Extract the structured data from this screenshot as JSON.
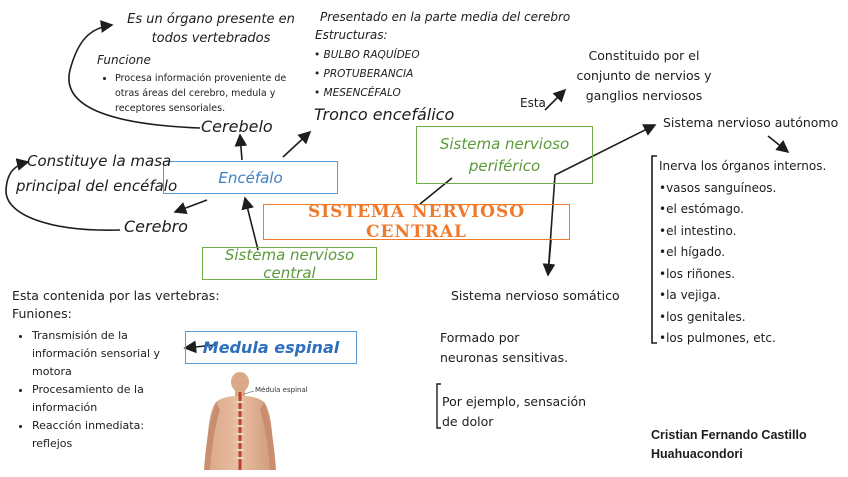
{
  "center": "SISTEMA NERVIOSO CENTRAL",
  "encefalo": "Encéfalo",
  "snc_box": "Sistema nervioso central",
  "snp_box": {
    "line1": "Sistema nervioso",
    "line2": "periférico"
  },
  "medula_box": "Medula espinal",
  "cerebelo": {
    "label": "Cerebelo",
    "intro": "Es un órgano presente en todos vertebrados",
    "heading": "Funcione",
    "bullet": "Procesa información proveniente de otras áreas del cerebro, medula y receptores sensoriales."
  },
  "tronco": {
    "label": "Tronco encefálico",
    "intro": "Presentado en la parte media del cerebro",
    "heading": "Estructuras:",
    "items": [
      "BULBO RAQUÍDEO",
      "PROTUBERANCIA",
      "MESENCÉFALO"
    ]
  },
  "cerebro": {
    "label": "Cerebro",
    "desc_line1": "Constituye la masa",
    "desc_line2": "principal del encéfalo"
  },
  "medula_text": {
    "intro": "Esta contenida por las vertebras:",
    "heading": "Funiones:",
    "items": [
      "Transmisión de la información sensorial y motora",
      "Procesamiento de la información",
      "Reacción inmediata: reflejos"
    ],
    "image_caption": "Médula espinal"
  },
  "periferico": {
    "esta": "Esta",
    "constituido": "Constituido por el conjunto de nervios y ganglios nerviosos"
  },
  "somatico": {
    "label": "Sistema nervioso somático",
    "formado": "Formado por neuronas sensitivas.",
    "ejemplo": "Por ejemplo, sensación de dolor"
  },
  "autonomo": {
    "label": "Sistema nervioso autónomo",
    "items": [
      "Inerva los órganos internos.",
      "•vasos sanguíneos.",
      "•el estómago.",
      "•el intestino.",
      "•el hígado.",
      "•los riñones.",
      "•la vejiga.",
      "•los genitales.",
      "•los pulmones, etc."
    ]
  },
  "author": {
    "line1": "Cristian Fernando Castillo",
    "line2": "Huahuacondori"
  },
  "colors": {
    "orange": "#f07a2c",
    "blue": "#5b9bd5",
    "blue_text": "#3d7fc4",
    "green": "#70ad47",
    "green_text": "#5a9a3a"
  }
}
